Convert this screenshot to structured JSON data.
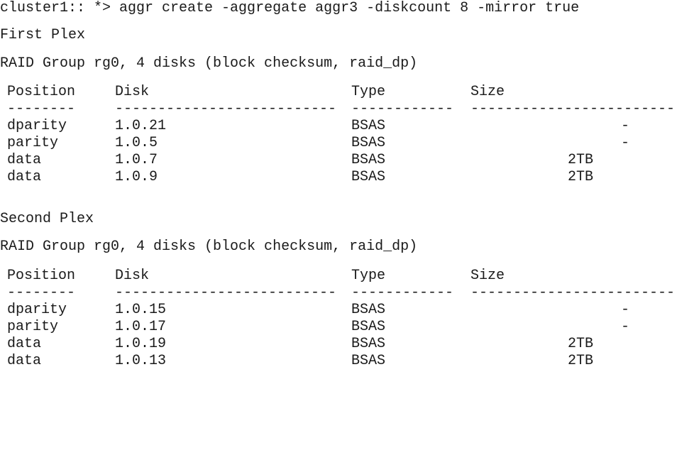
{
  "colors": {
    "background": "#ffffff",
    "text": "#1a1a1a"
  },
  "terminal": {
    "prompt": "cluster1:: *>",
    "command": "aggr create -aggregate aggr3 -diskcount 8 -mirror true",
    "plexes": [
      {
        "title": "First Plex",
        "raid_group": "RAID Group rg0, 4 disks (block checksum, raid_dp)",
        "table": {
          "headers": [
            "Position",
            "Disk",
            "Type",
            "Size"
          ],
          "separators": [
            "--------",
            "--------------------------",
            "------------",
            "--------------------------"
          ],
          "rows": [
            {
              "position": "dparity",
              "disk": "1.0.21",
              "type": "BSAS",
              "size": "-"
            },
            {
              "position": "parity",
              "disk": "1.0.5",
              "type": "BSAS",
              "size": "-"
            },
            {
              "position": "data",
              "disk": "1.0.7",
              "type": "BSAS",
              "size": "2TB"
            },
            {
              "position": "data",
              "disk": "1.0.9",
              "type": "BSAS",
              "size": "2TB"
            }
          ]
        }
      },
      {
        "title": "Second Plex",
        "raid_group": "RAID Group rg0, 4 disks (block checksum, raid_dp)",
        "table": {
          "headers": [
            "Position",
            "Disk",
            "Type",
            "Size"
          ],
          "separators": [
            "--------",
            "--------------------------",
            "------------",
            "--------------------------"
          ],
          "rows": [
            {
              "position": "dparity",
              "disk": "1.0.15",
              "type": "BSAS",
              "size": "-"
            },
            {
              "position": "parity",
              "disk": "1.0.17",
              "type": "BSAS",
              "size": "-"
            },
            {
              "position": "data",
              "disk": "1.0.19",
              "type": "BSAS",
              "size": "2TB"
            },
            {
              "position": "data",
              "disk": "1.0.13",
              "type": "BSAS",
              "size": "2TB"
            }
          ]
        }
      }
    ]
  }
}
